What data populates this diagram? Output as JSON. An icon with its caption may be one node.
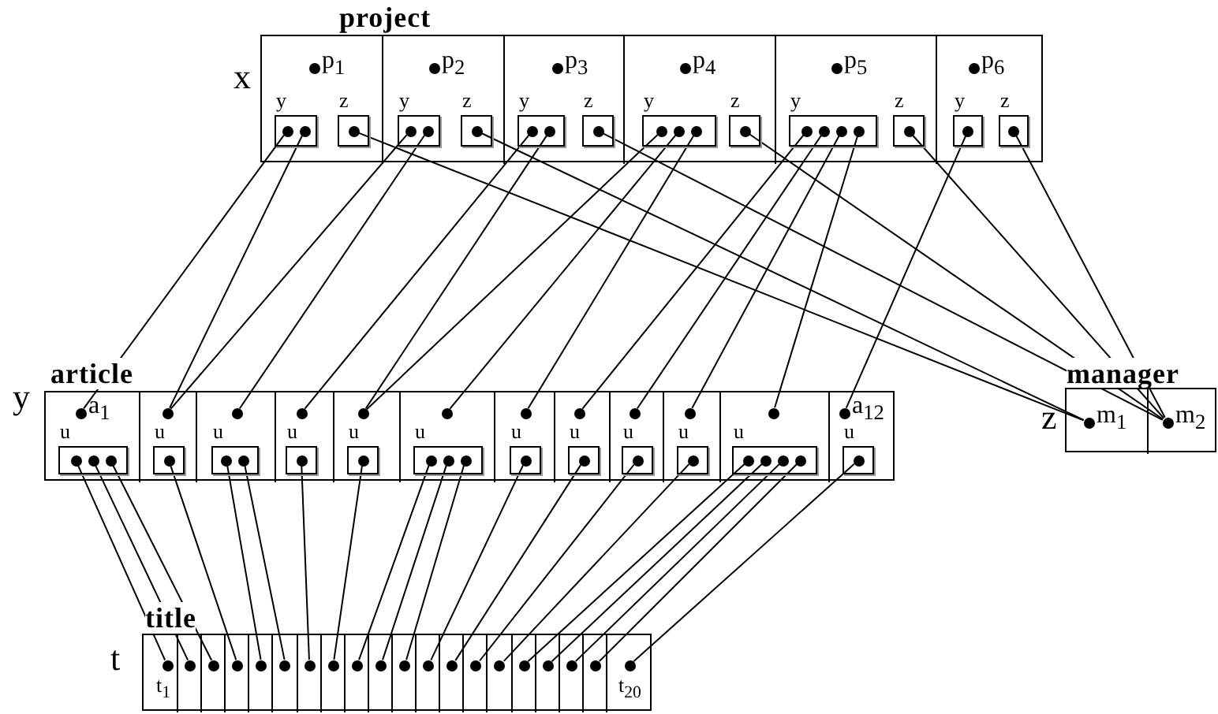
{
  "diagram": {
    "nodes": [
      {
        "text": [
          "project"
        ],
        "beside": [
          "x"
        ]
      },
      {
        "text": [
          "p$_{1}$"
        ],
        "in": 0
      },
      {
        "text": [],
        "shape": "circle",
        "in": 1
      },
      {
        "text": [
          "y"
        ],
        "in": 1
      },
      {
        "text": [],
        "shape": "circle",
        "in": 3
      },
      {
        "text": [],
        "shape": "circle",
        "in": 3
      },
      {
        "text": [
          "z"
        ],
        "in": 1
      },
      {
        "text": [],
        "shape": "circle",
        "in": 6
      },
      {
        "text": [
          "p$_{2}$"
        ],
        "in": 0
      },
      {
        "text": [],
        "shape": "circle",
        "in": 8
      },
      {
        "text": [
          "y"
        ],
        "in": 8
      },
      {
        "text": [],
        "shape": "circle",
        "in": 10
      },
      {
        "text": [],
        "shape": "circle",
        "in": 10
      },
      {
        "text": [
          "z"
        ],
        "in": 8
      },
      {
        "text": [],
        "shape": "circle",
        "in": 13
      },
      {
        "text": [
          "p$_{3}$"
        ],
        "in": 0
      },
      {
        "text": [],
        "shape": "circle",
        "in": 15
      },
      {
        "text": [
          "y"
        ],
        "in": 15
      },
      {
        "text": [],
        "shape": "circle",
        "in": 17
      },
      {
        "text": [],
        "shape": "circle",
        "in": 17
      },
      {
        "text": [
          "z"
        ],
        "in": 15
      },
      {
        "text": [],
        "shape": "circle",
        "in": 20
      },
      {
        "text": [
          "p$_{4}$"
        ],
        "in": 0
      },
      {
        "text": [],
        "shape": "circle",
        "in": 22
      },
      {
        "text": [
          "y"
        ],
        "in": 22
      },
      {
        "text": [],
        "shape": "circle",
        "in": 24
      },
      {
        "text": [],
        "shape": "circle",
        "in": 24
      },
      {
        "text": [],
        "shape": "circle",
        "in": 24
      },
      {
        "text": [
          "z"
        ],
        "in": 22
      },
      {
        "text": [],
        "shape": "circle",
        "in": 28
      },
      {
        "text": [
          "p$_{5}$"
        ],
        "in": 0
      },
      {
        "text": [],
        "shape": "circle",
        "in": 30
      },
      {
        "text": [
          "y"
        ],
        "in": 30
      },
      {
        "text": [],
        "shape": "circle",
        "in": 32
      },
      {
        "text": [],
        "shape": "circle",
        "in": 32
      },
      {
        "text": [],
        "shape": "circle",
        "in": 32
      },
      {
        "text": [],
        "shape": "circle",
        "in": 32
      },
      {
        "text": [
          "z"
        ],
        "in": 30
      },
      {
        "text": [],
        "shape": "circle",
        "in": 37
      },
      {
        "text": [
          "p$_{6}$"
        ],
        "in": 0
      },
      {
        "text": [],
        "shape": "circle",
        "in": 39
      },
      {
        "text": [
          "y"
        ],
        "in": 39
      },
      {
        "text": [],
        "shape": "circle",
        "in": 41
      },
      {
        "text": [
          "z"
        ],
        "in": 39
      },
      {
        "text": [],
        "shape": "circle",
        "in": 43
      },
      {
        "text": [
          "article"
        ],
        "beside": [
          "y"
        ]
      },
      {
        "text": [
          "a$_{1}$"
        ],
        "in": 45
      },
      {
        "text": [],
        "shape": "circle",
        "in": 46
      },
      {
        "text": [
          "u"
        ],
        "in": 46
      },
      {
        "text": [],
        "shape": "circle",
        "in": 48
      },
      {
        "text": [],
        "shape": "circle",
        "in": 48
      },
      {
        "text": [],
        "shape": "circle",
        "in": 48
      },
      {
        "text": [],
        "shape": "box",
        "in": 45
      },
      {
        "text": [],
        "shape": "circle",
        "in": 52
      },
      {
        "text": [
          "u"
        ],
        "in": 52
      },
      {
        "text": [],
        "shape": "circle",
        "in": 54
      },
      {
        "text": [],
        "shape": "box",
        "in": 45
      },
      {
        "text": [],
        "shape": "circle",
        "in": 56
      },
      {
        "text": [
          "u"
        ],
        "in": 56
      },
      {
        "text": [],
        "shape": "circle",
        "in": 58
      },
      {
        "text": [],
        "shape": "circle",
        "in": 58
      },
      {
        "text": [],
        "shape": "box",
        "in": 45
      },
      {
        "text": [],
        "shape": "circle",
        "in": 61
      },
      {
        "text": [
          "u"
        ],
        "in": 61
      },
      {
        "text": [],
        "shape": "circle",
        "in": 63
      },
      {
        "text": [],
        "shape": "box",
        "in": 45
      },
      {
        "text": [],
        "shape": "circle",
        "in": 65
      },
      {
        "text": [
          "u"
        ],
        "in": 65
      },
      {
        "text": [],
        "shape": "circle",
        "in": 67
      },
      {
        "text": [],
        "shape": "box",
        "in": 45
      },
      {
        "text": [],
        "shape": "circle",
        "in": 69
      },
      {
        "text": [
          "u"
        ],
        "in": 69
      },
      {
        "text": [],
        "shape": "circle",
        "in": 71
      },
      {
        "text": [],
        "shape": "circle",
        "in": 71
      },
      {
        "text": [],
        "shape": "circle",
        "in": 71
      },
      {
        "text": [],
        "shape": "box",
        "in": 45
      },
      {
        "text": [],
        "shape": "circle",
        "in": 75
      },
      {
        "text": [
          "u"
        ],
        "in": 75
      },
      {
        "text": [],
        "shape": "circle",
        "in": 77
      },
      {
        "text": [],
        "shape": "box",
        "in": 45
      },
      {
        "text": [],
        "shape": "circle",
        "in": 79
      },
      {
        "text": [
          "u"
        ],
        "in": 79
      },
      {
        "text": [],
        "shape": "circle",
        "in": 81
      },
      {
        "text": [],
        "shape": "box",
        "in": 45
      },
      {
        "text": [],
        "shape": "circle",
        "in": 83
      },
      {
        "text": [
          "u"
        ],
        "in": 83
      },
      {
        "text": [],
        "shape": "circle",
        "in": 85
      },
      {
        "text": [],
        "shape": "box",
        "in": 45
      },
      {
        "text": [],
        "shape": "circle",
        "in": 87
      },
      {
        "text": [
          "u"
        ],
        "in": 87
      },
      {
        "text": [],
        "shape": "circle",
        "in": 89
      },
      {
        "text": [],
        "shape": "box",
        "in": 45
      },
      {
        "text": [],
        "shape": "circle",
        "in": 91
      },
      {
        "text": [
          "u"
        ],
        "in": 91
      },
      {
        "text": [],
        "shape": "circle",
        "in": 93
      },
      {
        "text": [],
        "shape": "circle",
        "in": 93
      },
      {
        "text": [],
        "shape": "circle",
        "in": 93
      },
      {
        "text": [],
        "shape": "circle",
        "in": 93
      },
      {
        "text": [
          "a$_{12}$"
        ],
        "in": 45
      },
      {
        "text": [],
        "shape": "circle",
        "in": 98
      },
      {
        "text": [
          "u"
        ],
        "in": 98
      },
      {
        "text": [],
        "shape": "circle",
        "in": 100
      },
      {
        "text": [
          "manager"
        ],
        "beside": [
          "z"
        ]
      },
      {
        "text": [
          "m$_{1}$"
        ],
        "in": 102
      },
      {
        "text": [],
        "shape": "circle",
        "in": 103
      },
      {
        "text": [
          "m$_{2}$"
        ],
        "in": 102
      },
      {
        "text": [],
        "shape": "circle",
        "in": 105
      },
      {
        "text": [
          "title"
        ],
        "beside": [
          "t"
        ]
      },
      {
        "text": [
          "t$_{1}$"
        ],
        "in": 107
      },
      {
        "text": [],
        "shape": "circle",
        "in": 108
      },
      {
        "text": [],
        "shape": "box",
        "in": 107
      },
      {
        "text": [],
        "shape": "circle",
        "in": 110
      },
      {
        "text": [],
        "shape": "box",
        "in": 107
      },
      {
        "text": [],
        "shape": "circle",
        "in": 112
      },
      {
        "text": [],
        "shape": "box",
        "in": 107
      },
      {
        "text": [],
        "shape": "circle",
        "in": 114
      },
      {
        "text": [],
        "shape": "box",
        "in": 107
      },
      {
        "text": [],
        "shape": "circle",
        "in": 116
      },
      {
        "text": [],
        "shape": "box",
        "in": 107
      },
      {
        "text": [],
        "shape": "circle",
        "in": 118
      },
      {
        "text": [],
        "shape": "box",
        "in": 107
      },
      {
        "text": [],
        "shape": "circle",
        "in": 120
      },
      {
        "text": [],
        "shape": "box",
        "in": 107
      },
      {
        "text": [],
        "shape": "circle",
        "in": 122
      },
      {
        "text": [],
        "shape": "box",
        "in": 107
      },
      {
        "text": [],
        "shape": "circle",
        "in": 124
      },
      {
        "text": [],
        "shape": "box",
        "in": 107
      },
      {
        "text": [],
        "shape": "circle",
        "in": 126
      },
      {
        "text": [],
        "shape": "box",
        "in": 107
      },
      {
        "text": [],
        "shape": "circle",
        "in": 128
      },
      {
        "text": [],
        "shape": "box",
        "in": 107
      },
      {
        "text": [],
        "shape": "circle",
        "in": 130
      },
      {
        "text": [],
        "shape": "box",
        "in": 107
      },
      {
        "text": [],
        "shape": "circle",
        "in": 132
      },
      {
        "text": [],
        "shape": "box",
        "in": 107
      },
      {
        "text": [],
        "shape": "circle",
        "in": 134
      },
      {
        "text": [],
        "shape": "box",
        "in": 107
      },
      {
        "text": [],
        "shape": "circle",
        "in": 136
      },
      {
        "text": [],
        "shape": "box",
        "in": 107
      },
      {
        "text": [],
        "shape": "circle",
        "in": 138
      },
      {
        "text": [],
        "shape": "box",
        "in": 107
      },
      {
        "text": [],
        "shape": "circle",
        "in": 140
      },
      {
        "text": [],
        "shape": "box",
        "in": 107
      },
      {
        "text": [],
        "shape": "circle",
        "in": 142
      },
      {
        "text": [],
        "shape": "box",
        "in": 107
      },
      {
        "text": [],
        "shape": "circle",
        "in": 144
      },
      {
        "text": [
          "t$_{20}$"
        ],
        "in": 107
      },
      {
        "text": [],
        "shape": "circle",
        "in": 146
      }
    ],
    "edges": [
      {
        "from": 4,
        "to": 47,
        "arrow": "none"
      },
      {
        "from": 5,
        "to": 53,
        "arrow": "none"
      },
      {
        "from": 11,
        "to": 53,
        "arrow": "none"
      },
      {
        "from": 12,
        "to": 57,
        "arrow": "none"
      },
      {
        "from": 18,
        "to": 62,
        "arrow": "none"
      },
      {
        "from": 19,
        "to": 66,
        "arrow": "none"
      },
      {
        "from": 25,
        "to": 66,
        "arrow": "none"
      },
      {
        "from": 26,
        "to": 70,
        "arrow": "none"
      },
      {
        "from": 27,
        "to": 76,
        "arrow": "none"
      },
      {
        "from": 33,
        "to": 80,
        "arrow": "none"
      },
      {
        "from": 34,
        "to": 84,
        "arrow": "none"
      },
      {
        "from": 35,
        "to": 88,
        "arrow": "none"
      },
      {
        "from": 36,
        "to": 92,
        "arrow": "none"
      },
      {
        "from": 42,
        "to": 99,
        "arrow": "none"
      },
      {
        "from": 7,
        "to": 104,
        "arrow": "none"
      },
      {
        "from": 14,
        "to": 104,
        "arrow": "none"
      },
      {
        "from": 21,
        "to": 106,
        "arrow": "none"
      },
      {
        "from": 29,
        "to": 106,
        "arrow": "none"
      },
      {
        "from": 38,
        "to": 106,
        "arrow": "none"
      },
      {
        "from": 44,
        "to": 106,
        "arrow": "none"
      },
      {
        "from": 49,
        "to": 109,
        "arrow": "none"
      },
      {
        "from": 50,
        "to": 111,
        "arrow": "none"
      },
      {
        "from": 51,
        "to": 113,
        "arrow": "none"
      },
      {
        "from": 55,
        "to": 115,
        "arrow": "none"
      },
      {
        "from": 59,
        "to": 117,
        "arrow": "none"
      },
      {
        "from": 60,
        "to": 119,
        "arrow": "none"
      },
      {
        "from": 64,
        "to": 121,
        "arrow": "none"
      },
      {
        "from": 68,
        "to": 123,
        "arrow": "none"
      },
      {
        "from": 72,
        "to": 125,
        "arrow": "none"
      },
      {
        "from": 73,
        "to": 127,
        "arrow": "none"
      },
      {
        "from": 74,
        "to": 129,
        "arrow": "none"
      },
      {
        "from": 78,
        "to": 131,
        "arrow": "none"
      },
      {
        "from": 82,
        "to": 133,
        "arrow": "none"
      },
      {
        "from": 86,
        "to": 135,
        "arrow": "none"
      },
      {
        "from": 90,
        "to": 137,
        "arrow": "none"
      },
      {
        "from": 94,
        "to": 139,
        "arrow": "none"
      },
      {
        "from": 95,
        "to": 141,
        "arrow": "none"
      },
      {
        "from": 96,
        "to": 143,
        "arrow": "none"
      },
      {
        "from": 97,
        "to": 145,
        "arrow": "none"
      },
      {
        "from": 101,
        "to": 147,
        "arrow": "none"
      }
    ]
  }
}
